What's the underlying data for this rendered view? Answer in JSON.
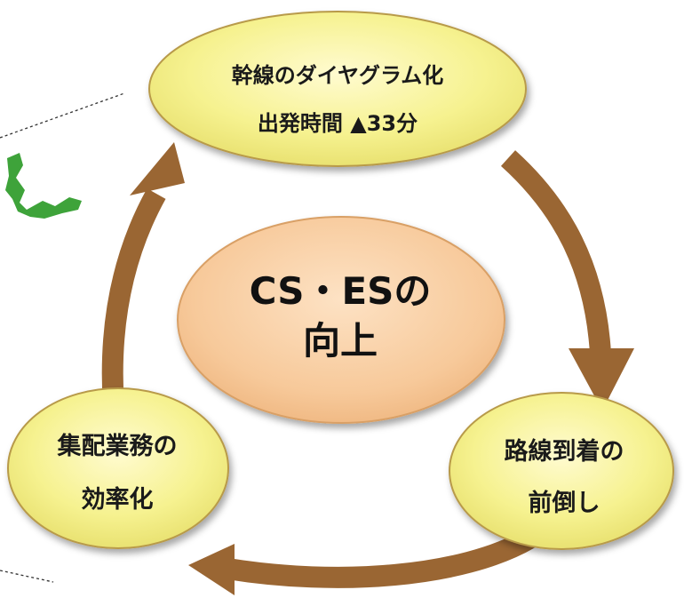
{
  "nodes": {
    "top": {
      "line1": "幹線のダイヤグラム化",
      "line2": "出発時間 ▲33分"
    },
    "right": {
      "line1": "路線到着の",
      "line2": "前倒し"
    },
    "left": {
      "line1": "集配業務の",
      "line2": "効率化"
    },
    "center": {
      "line1": "CS・ESの",
      "line2": "向上"
    }
  },
  "colors": {
    "arrow": "#9a6633",
    "ellipse_fill": "#f4f28e",
    "ellipse_stroke": "#b89a4a",
    "center_fill": "#f7c99a",
    "map_green": "#3ea33a"
  },
  "flow": "clockwise: top → right → left → top"
}
